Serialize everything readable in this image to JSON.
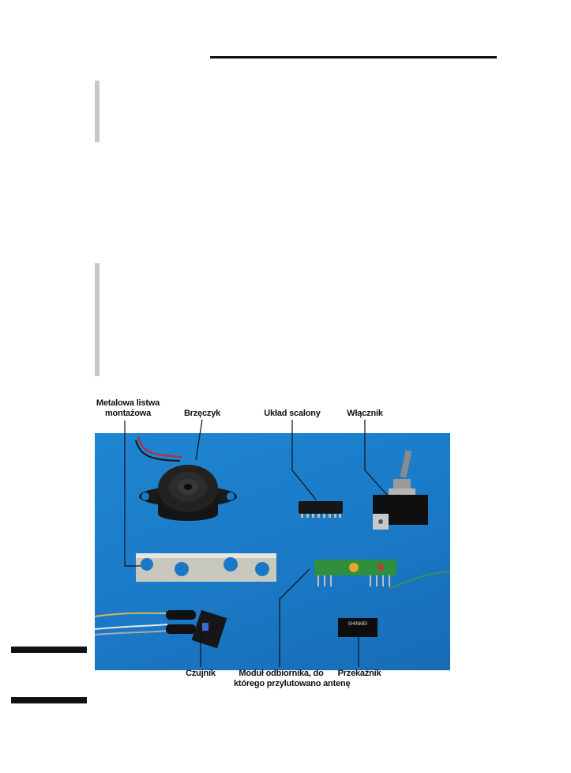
{
  "figure": {
    "labels": {
      "mounting_strip_line1": "Metalowa listwa",
      "mounting_strip_line2": "montażowa",
      "buzzer": "Brzęczyk",
      "ic": "Układ scalony",
      "switch": "Włącznik",
      "sensor": "Czujnik",
      "receiver_line1": "Moduł odbiornika, do",
      "receiver_line2": "którego przylutowano antenę",
      "relay": "Przekaźnik"
    },
    "relay_marking": "SHINMEI"
  },
  "colors": {
    "photo_background": "#1a79c6",
    "pcb_green": "#2f8f3c",
    "rule": "#111111",
    "side_bar": "#c8c8c8"
  }
}
